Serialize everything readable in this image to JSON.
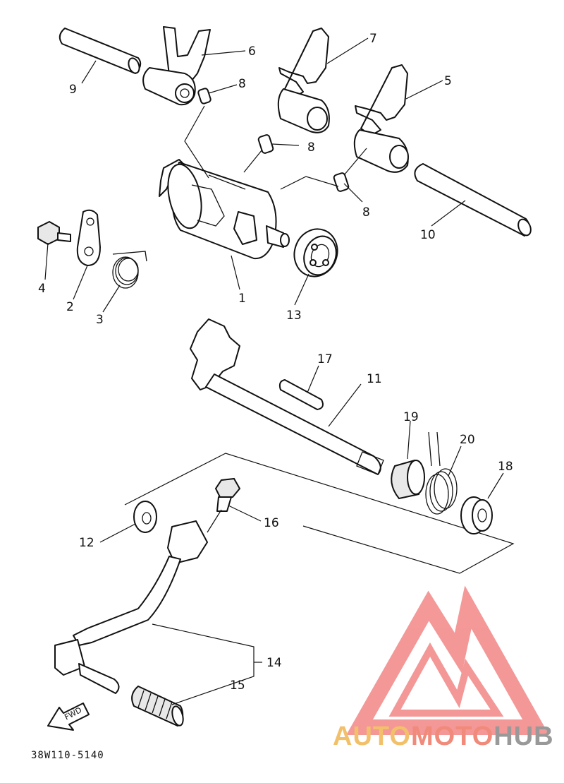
{
  "diagram": {
    "part_code": "38W110-5140",
    "fwd_label": "FWD",
    "callouts": {
      "p1": "1",
      "p2": "2",
      "p3": "3",
      "p4": "4",
      "p5": "5",
      "p6": "6",
      "p7": "7",
      "p8a": "8",
      "p8b": "8",
      "p8c": "8",
      "p9": "9",
      "p10": "10",
      "p11": "11",
      "p12": "12",
      "p13": "13",
      "p14": "14",
      "p15": "15",
      "p16": "16",
      "p17": "17",
      "p18": "18",
      "p19": "19",
      "p20": "20"
    }
  },
  "watermark": {
    "text_part1": "AUTO",
    "text_part2": "MOTO",
    "text_part3": "HUB",
    "color_auto": "#f2c06a",
    "color_moto": "#f08a7a",
    "color_hub": "#999999",
    "logo_color": "#f07575"
  }
}
